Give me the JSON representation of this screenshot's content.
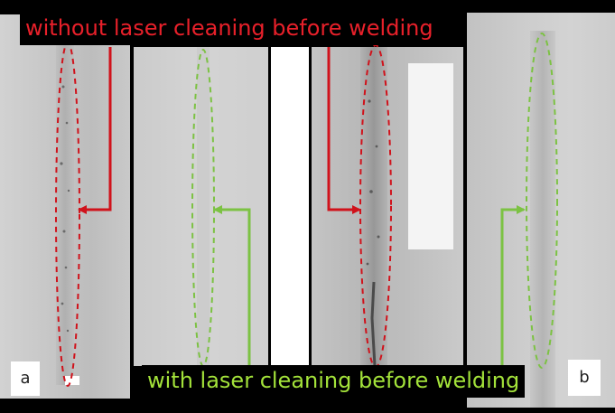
{
  "labels": {
    "top_banner": "without laser cleaning before welding",
    "bottom_banner": "with laser cleaning before welding",
    "panel_a": "a",
    "panel_b": "b"
  },
  "colors": {
    "without_cleaning": "#e8202a",
    "with_cleaning": "#8cc63f",
    "with_cleaning_text": "#a3e23a"
  }
}
